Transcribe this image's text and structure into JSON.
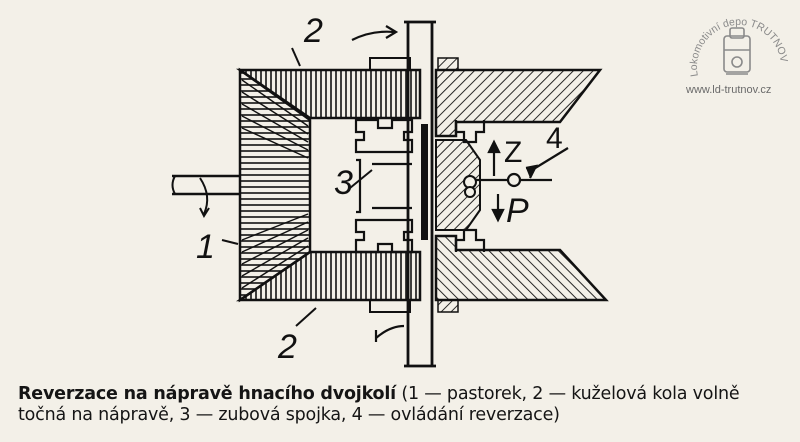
{
  "labels": {
    "top_2": "2",
    "bottom_2": "2",
    "label_1": "1",
    "label_3": "3",
    "label_4": "4",
    "label_z": "Z",
    "label_p": "P"
  },
  "caption": {
    "bold": "Reverzace na nápravě hnacího dvojkolí",
    "rest_line1": " (1 — pastorek, 2 — kuželová kola volně",
    "line2": "točná na nápravě, 3 — zubová spojka, 4 — ovládání reverzace)"
  },
  "watermark": {
    "arc_text": "Lokomotivní depo TRUTNOV",
    "url": "www.ld-trutnov.cz"
  },
  "colors": {
    "ink": "#111111",
    "paper": "#f3f0e8",
    "watermark": "#8a8a8a"
  }
}
